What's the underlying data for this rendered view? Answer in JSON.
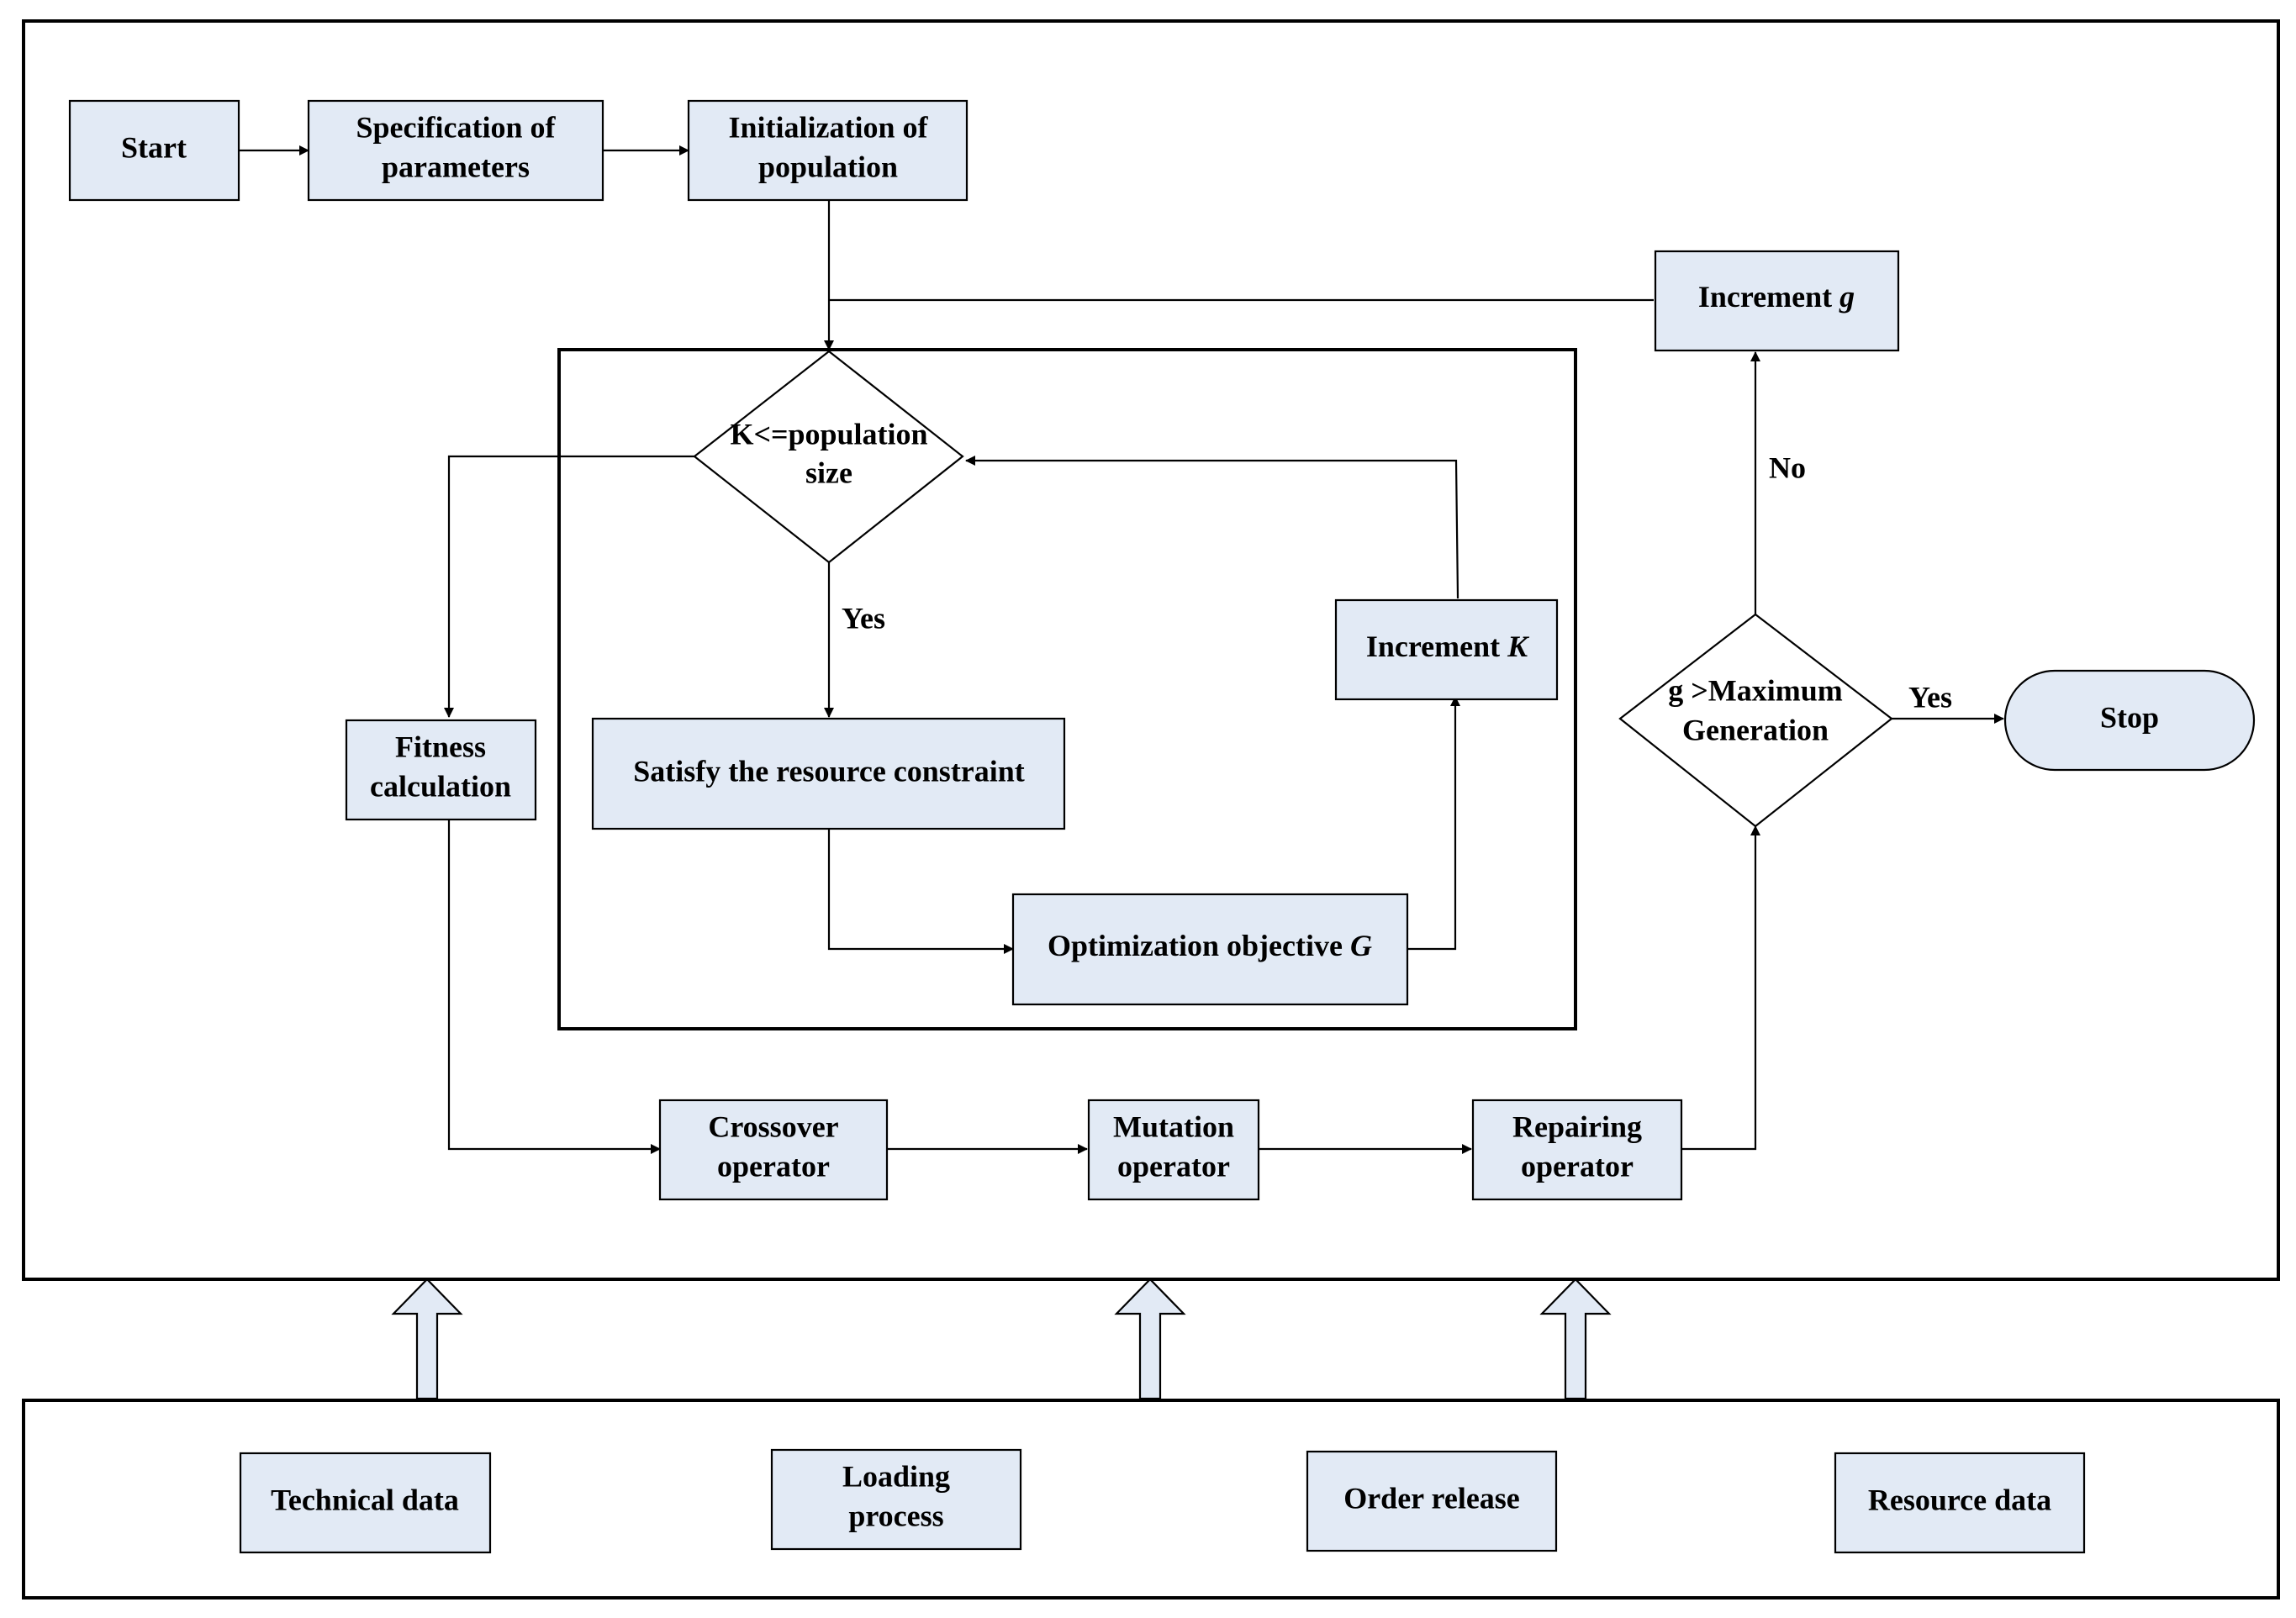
{
  "nodes": {
    "start": "Start",
    "spec_1": "Specification of",
    "spec_2": "parameters",
    "init_1": "Initialization of",
    "init_2": "population",
    "inc_g_1": "Increment ",
    "inc_g_2": "g",
    "check_k_1": "K<=population",
    "check_k_2": "size",
    "satisfy": "Satisfy the resource constraint",
    "inc_k_1": "Increment ",
    "inc_k_2": "K",
    "opt_1": "Optimization objective ",
    "opt_2": "G",
    "fitness_1": "Fitness",
    "fitness_2": "calculation",
    "check_g_1": "g >Maximum",
    "check_g_2": "Generation",
    "stop": "Stop",
    "crossover_1": "Crossover",
    "crossover_2": "operator",
    "mutation_1": "Mutation",
    "mutation_2": "operator",
    "repair_1": "Repairing",
    "repair_2": "operator"
  },
  "edge_labels": {
    "yes_k": "Yes",
    "no_g": "No",
    "yes_g": "Yes"
  },
  "data_sources": {
    "technical": "Technical data",
    "loading_1": "Loading",
    "loading_2": "process",
    "order": "Order release",
    "resource": "Resource data"
  },
  "colors": {
    "box_fill": "#e2eaf5",
    "stroke": "#000000"
  }
}
